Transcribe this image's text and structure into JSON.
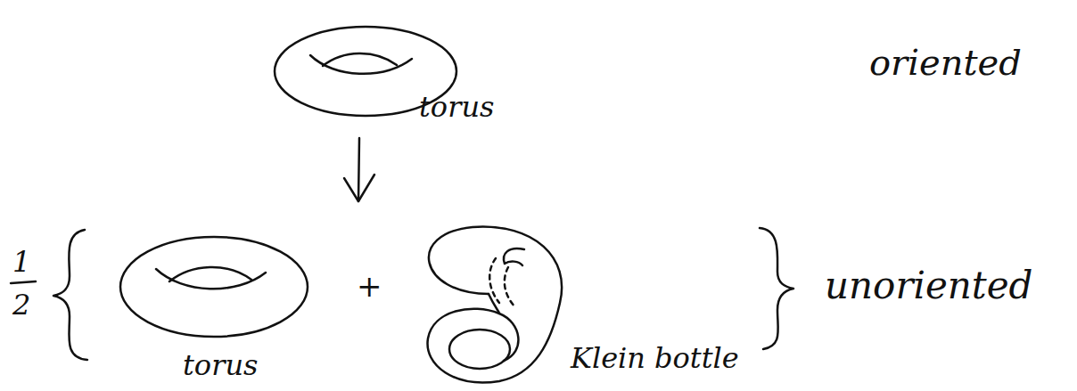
{
  "diagram": {
    "labels": [
      "oriented",
      "torus",
      "1",
      "2",
      "+",
      "unoriented",
      "torus",
      "Klein bottle"
    ]
  }
}
